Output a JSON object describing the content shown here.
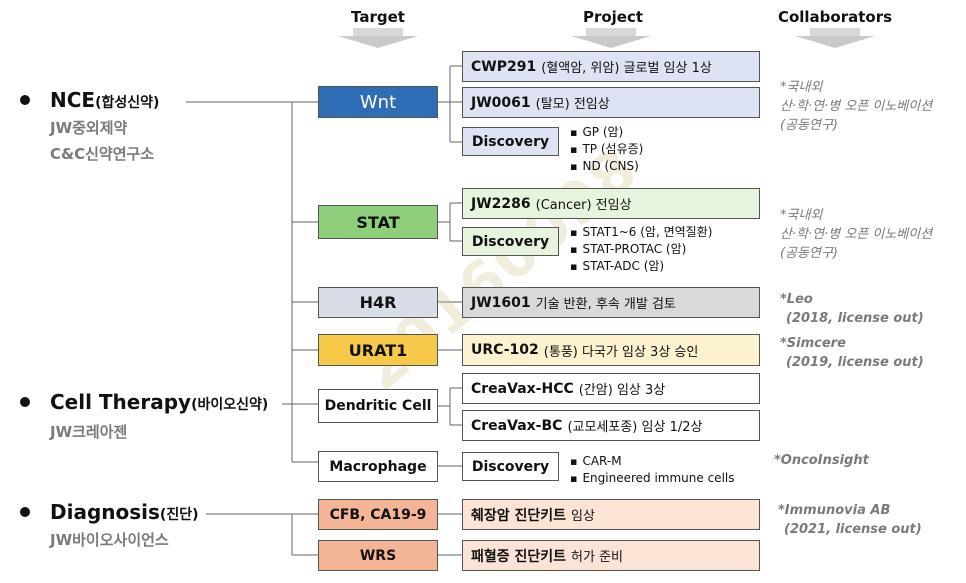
{
  "headers": {
    "target": "Target",
    "project": "Project",
    "collaborators": "Collaborators"
  },
  "categories": [
    {
      "main": "NCE",
      "main_small": "(합성신약)",
      "subs": [
        "JW중외제약",
        "C&C신약연구소"
      ]
    },
    {
      "main": "Cell Therapy",
      "main_small": "(바이오신약)",
      "subs": [
        "JW크레아젠"
      ]
    },
    {
      "main": "Diagnosis",
      "main_small": "(진단)",
      "subs": [
        "JW바이오사이언스"
      ]
    }
  ],
  "targets": {
    "wnt": "Wnt",
    "stat": "STAT",
    "h4r": "H4R",
    "urat1": "URAT1",
    "dendritic": "Dendritic Cell",
    "macrophage": "Macrophage",
    "cfb": "CFB, CA19-9",
    "wrs": "WRS"
  },
  "projects": {
    "cwp291": {
      "name": "CWP291",
      "desc": "(혈액암, 위암) 글로벌 임상 1상"
    },
    "jw0061": {
      "name": "JW0061",
      "desc": "(탈모) 전임상"
    },
    "jw2286": {
      "name": "JW2286",
      "desc": "(Cancer) 전임상"
    },
    "jw1601": {
      "name": "JW1601",
      "desc": "기술 반환, 후속 개발 검토"
    },
    "urc102": {
      "name": "URC-102",
      "desc": "(통풍) 다국가 임상 3상 승인"
    },
    "creavax_hcc": {
      "name": "CreaVax-HCC",
      "desc": "(간암) 임상 3상"
    },
    "creavax_bc": {
      "name": "CreaVax-BC",
      "desc": "(교모세포종) 임상 1/2상"
    },
    "kit1": {
      "name": "췌장암 진단키트",
      "desc": "임상"
    },
    "kit2": {
      "name": "패혈증 진단키트",
      "desc": "허가 준비"
    }
  },
  "discovery": {
    "label": "Discovery",
    "wnt_items": [
      "GP (암)",
      "TP (섬유증)",
      "ND (CNS)"
    ],
    "stat_items": [
      "STAT1~6 (암, 면역질환)",
      "STAT-PROTAC (암)",
      "STAT-ADC (암)"
    ],
    "macro_items": [
      "CAR-M",
      "Engineered immune cells"
    ]
  },
  "collaborators": {
    "wnt": [
      "*국내외",
      "산·학·연·병 오픈 이노베이션",
      "(공동연구)"
    ],
    "stat": [
      "*국내외",
      "산·학·연·병 오픈 이노베이션",
      "(공동연구)"
    ],
    "h4r": [
      "*Leo",
      "(2018, license out)"
    ],
    "urat1": [
      "*Simcere",
      "(2019, license out)"
    ],
    "macro": [
      "*OncoInsight"
    ],
    "cfb": [
      "*Immunovia AB",
      "(2021, license out)"
    ]
  },
  "watermark": "20160098",
  "colors": {
    "wnt": "#2e6db5",
    "stat": "#8fcf7b",
    "stat_light": "#e6f4dd",
    "h4r": "#d9dde8",
    "urat1": "#f7c948",
    "urat1_light": "#fdf2cf",
    "blue_light": "#dde3f3",
    "gray": "#d9d9d9",
    "salmon": "#f4b596",
    "salmon_light": "#fbe3d6"
  }
}
